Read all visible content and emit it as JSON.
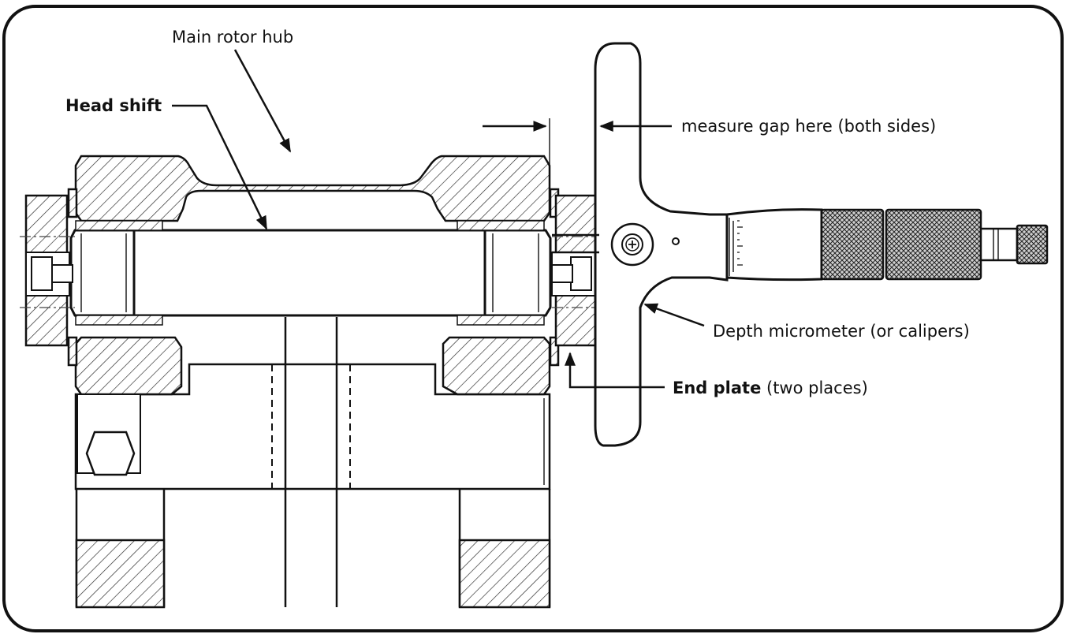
{
  "labels": {
    "main_rotor_hub": "Main rotor hub",
    "head_shift": "Head shift",
    "measure_gap": "measure gap here (both sides)",
    "depth_micrometer": "Depth micrometer (or calipers)",
    "end_plate_bold": "End plate",
    "end_plate_rest": " (two places)"
  },
  "colors": {
    "line": "#111111",
    "background": "#ffffff"
  }
}
